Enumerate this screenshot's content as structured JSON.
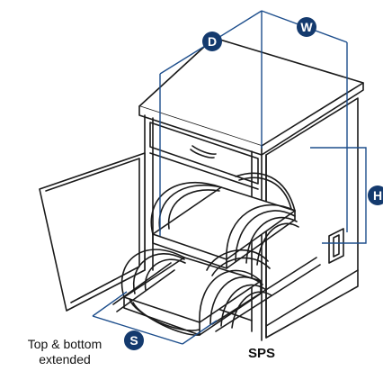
{
  "figure": {
    "model_label": "SPS",
    "caption_line1": "Top & bottom",
    "caption_line2": "extended",
    "dimension_labels": {
      "depth": "D",
      "width": "W",
      "height": "H",
      "slide": "S"
    }
  },
  "colors": {
    "callout": "#143a6e",
    "dimension_line": "#1d4e8c",
    "outline": "#1a1a1a",
    "panel_fill": "#ffffff"
  }
}
